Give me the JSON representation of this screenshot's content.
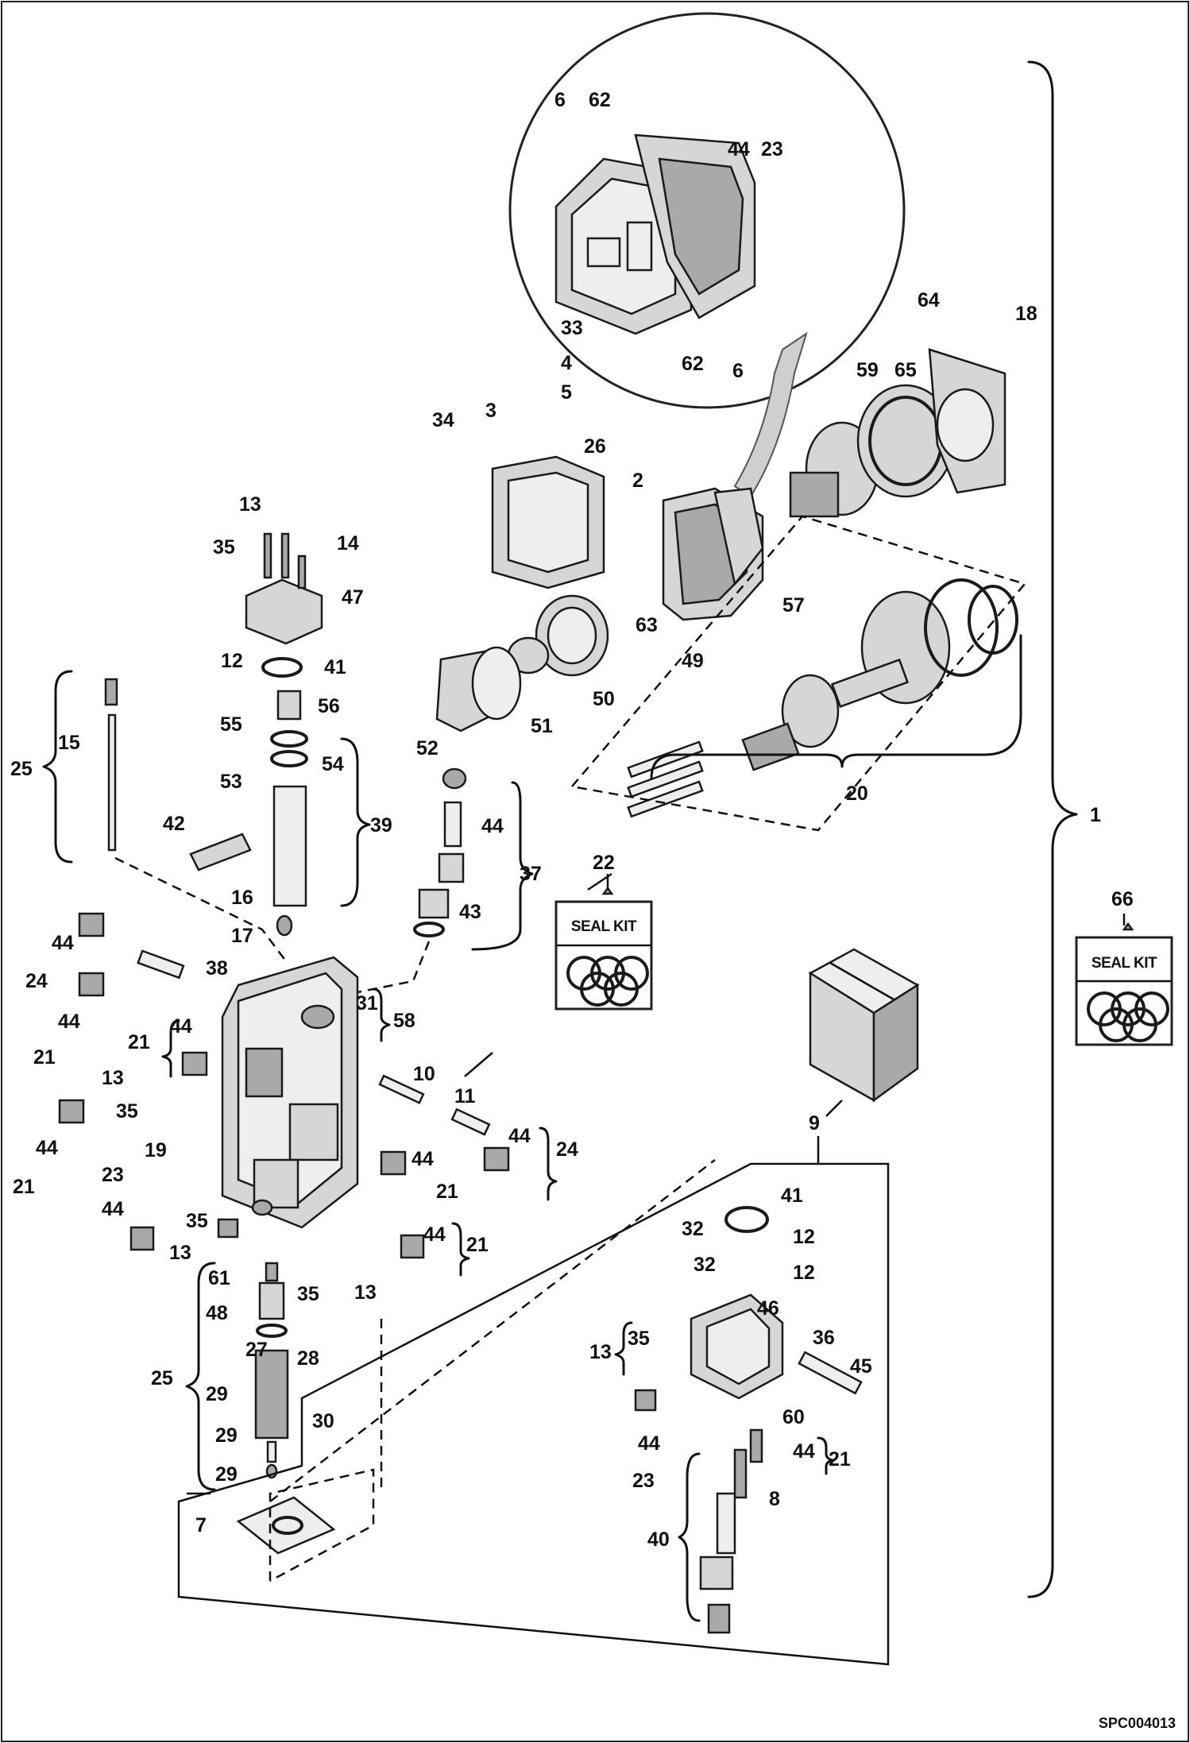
{
  "callouts": [
    "1",
    "2",
    "3",
    "4",
    "5",
    "6",
    "7",
    "8",
    "9",
    "10",
    "11",
    "12",
    "13",
    "14",
    "15",
    "16",
    "17",
    "18",
    "19",
    "20",
    "21",
    "22",
    "23",
    "24",
    "25",
    "26",
    "27",
    "28",
    "29",
    "30",
    "31",
    "32",
    "33",
    "34",
    "35",
    "36",
    "37",
    "38",
    "39",
    "40",
    "41",
    "42",
    "43",
    "44",
    "45",
    "46",
    "47",
    "48",
    "49",
    "50",
    "51",
    "52",
    "53",
    "54",
    "55",
    "56",
    "57",
    "58",
    "59",
    "60",
    "61",
    "62",
    "63",
    "64",
    "65",
    "66"
  ],
  "seal_kit_label": "SEAL KIT",
  "reference_code": "SPC004013"
}
